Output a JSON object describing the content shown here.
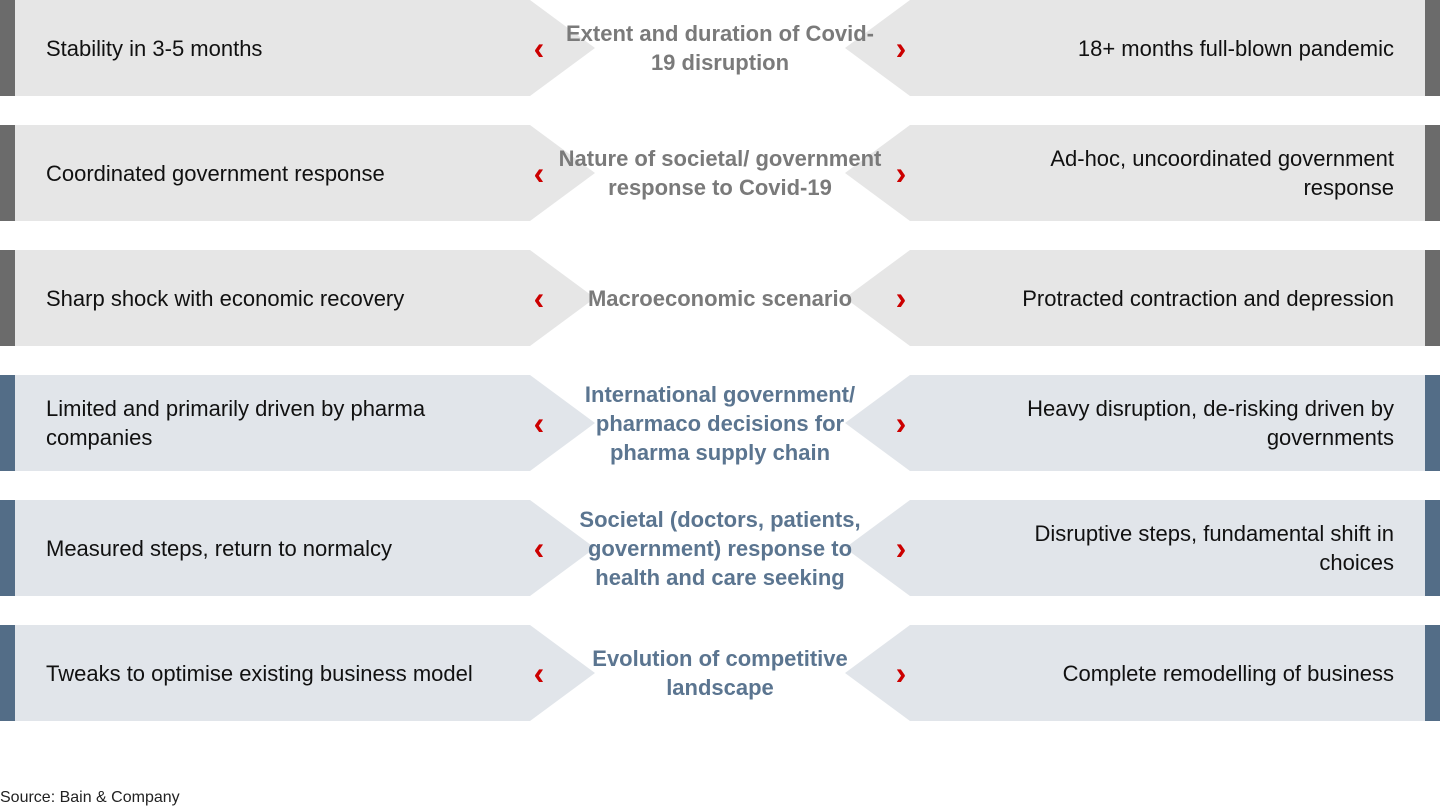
{
  "colors": {
    "gray_bar": "#6b6b6b",
    "gray_panel": "#e6e6e6",
    "gray_text": "#7a7a7a",
    "blue_bar": "#536d87",
    "blue_panel": "#e1e5ea",
    "blue_text": "#5b7590",
    "chevron": "#cc0000"
  },
  "icons": {
    "left_chevron": "‹",
    "right_chevron": "›"
  },
  "rows": [
    {
      "theme": "gray",
      "left": "Stability in 3-5 months",
      "center": "Extent and duration of Covid-19 disruption",
      "right": "18+ months full-blown pandemic"
    },
    {
      "theme": "gray",
      "left": "Coordinated government response",
      "center": "Nature of societal/ government response to Covid-19",
      "right": "Ad-hoc, uncoordinated government response"
    },
    {
      "theme": "gray",
      "left": "Sharp shock with economic recovery",
      "center": "Macroeconomic scenario",
      "right": "Protracted contraction and depression"
    },
    {
      "theme": "blue",
      "left": "Limited and primarily driven by pharma companies",
      "center": "International government/ pharmaco decisions for pharma supply chain",
      "right": "Heavy disruption, de-risking driven by governments"
    },
    {
      "theme": "blue",
      "left": "Measured steps, return to normalcy",
      "center": "Societal (doctors, patients, government) response to health and care seeking",
      "right": "Disruptive steps, fundamental shift in choices"
    },
    {
      "theme": "blue",
      "left": "Tweaks to optimise existing business model",
      "center": "Evolution of competitive landscape",
      "right": "Complete remodelling of business"
    }
  ],
  "source": "Source: Bain & Company"
}
